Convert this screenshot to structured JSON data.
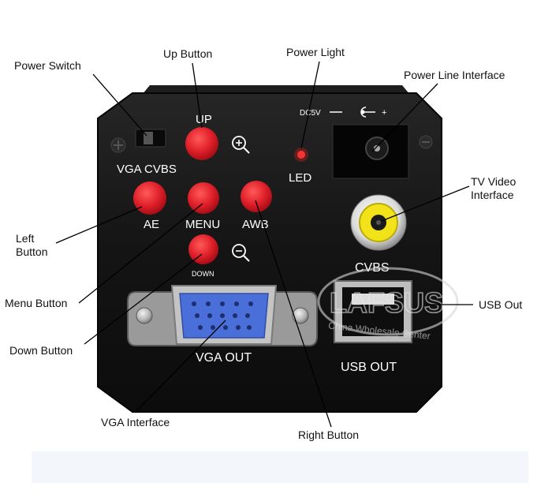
{
  "callouts": {
    "power_switch": "Power Switch",
    "up_button": "Up Button",
    "power_light": "Power Light",
    "power_line": "Power Line Interface",
    "tv_video_1": "TV Video",
    "tv_video_2": "Interface",
    "left_button_1": "Left",
    "left_button_2": "Button",
    "menu_button": "Menu Button",
    "down_button": "Down Button",
    "usb_out": "USB Out",
    "vga_interface": "VGA Interface",
    "right_button": "Right Button"
  },
  "panel": {
    "dc_label": "DC5V",
    "up": "UP",
    "vga_cvbs": "VGA CVBS",
    "led": "LED",
    "ae": "AE",
    "menu": "MENU",
    "awb": "AWB",
    "down": "DOWN",
    "cvbs": "CVBS",
    "vga_out": "VGA OUT",
    "usb_out": "USB OUT"
  },
  "watermark": {
    "brand": "LAFSUS",
    "tagline": "China Wholesale Center"
  },
  "colors": {
    "body": "#141414",
    "button_red": "#e0202a",
    "led_red": "#e51c1c",
    "vga_blue": "#4a6fd8",
    "rca_yellow": "#f2e21a"
  }
}
